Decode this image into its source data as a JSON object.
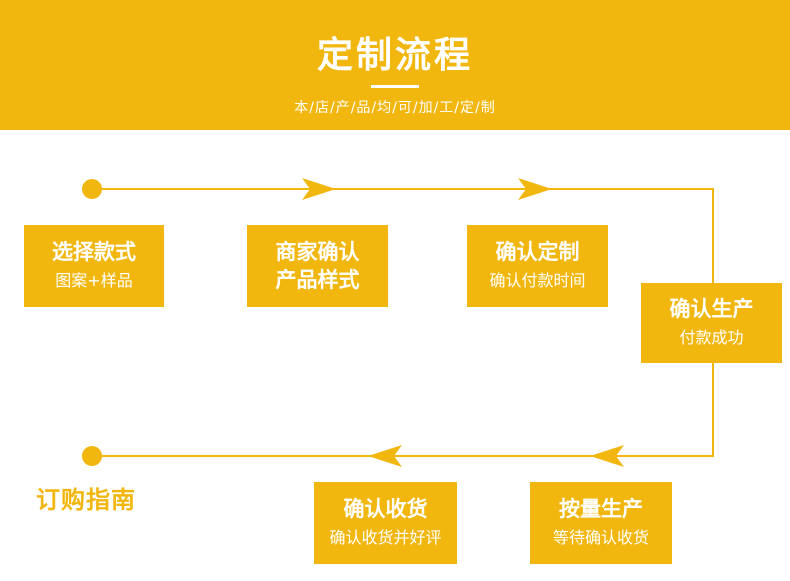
{
  "header": {
    "title": "定制流程",
    "subtitle": "本/店/产/品/均/可/加/工/定/制"
  },
  "steps": [
    {
      "title": "选择款式",
      "desc": "图案+样品"
    },
    {
      "title": "商家确认",
      "title2": "产品样式"
    },
    {
      "title": "确认定制",
      "desc": "确认付款时间"
    },
    {
      "title": "确认生产",
      "desc": "付款成功"
    },
    {
      "title": "按量生产",
      "desc": "等待确认收货"
    },
    {
      "title": "确认收货",
      "desc": "确认收货并好评"
    }
  ],
  "guide_label": "订购指南",
  "colors": {
    "accent": "#f2b70f",
    "text_on_accent": "#ffffff"
  }
}
